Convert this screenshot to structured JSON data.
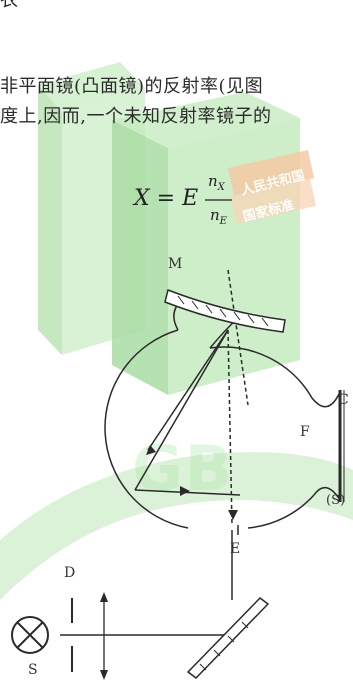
{
  "text": {
    "top_fragment": "衣",
    "line1": "非平面镜(凸面镜)的反射率(见图",
    "line2": "度上,因而,一个未知反射率镜子的"
  },
  "formula": {
    "lhs": "X = E",
    "numerator": "n",
    "numerator_sub": "X",
    "denominator": "n",
    "denominator_sub": "E"
  },
  "watermark": {
    "line1": "人民共和国",
    "line2": "国家标准",
    "logo": "GB"
  },
  "labels": {
    "mirror": "M",
    "window": "C",
    "sphere_center": "F",
    "sample": "(S)",
    "entrance": "E",
    "diaphragm": "D",
    "source": "S"
  },
  "colors": {
    "watermark_green": "#a9dca2",
    "line": "#2a2a2a"
  }
}
